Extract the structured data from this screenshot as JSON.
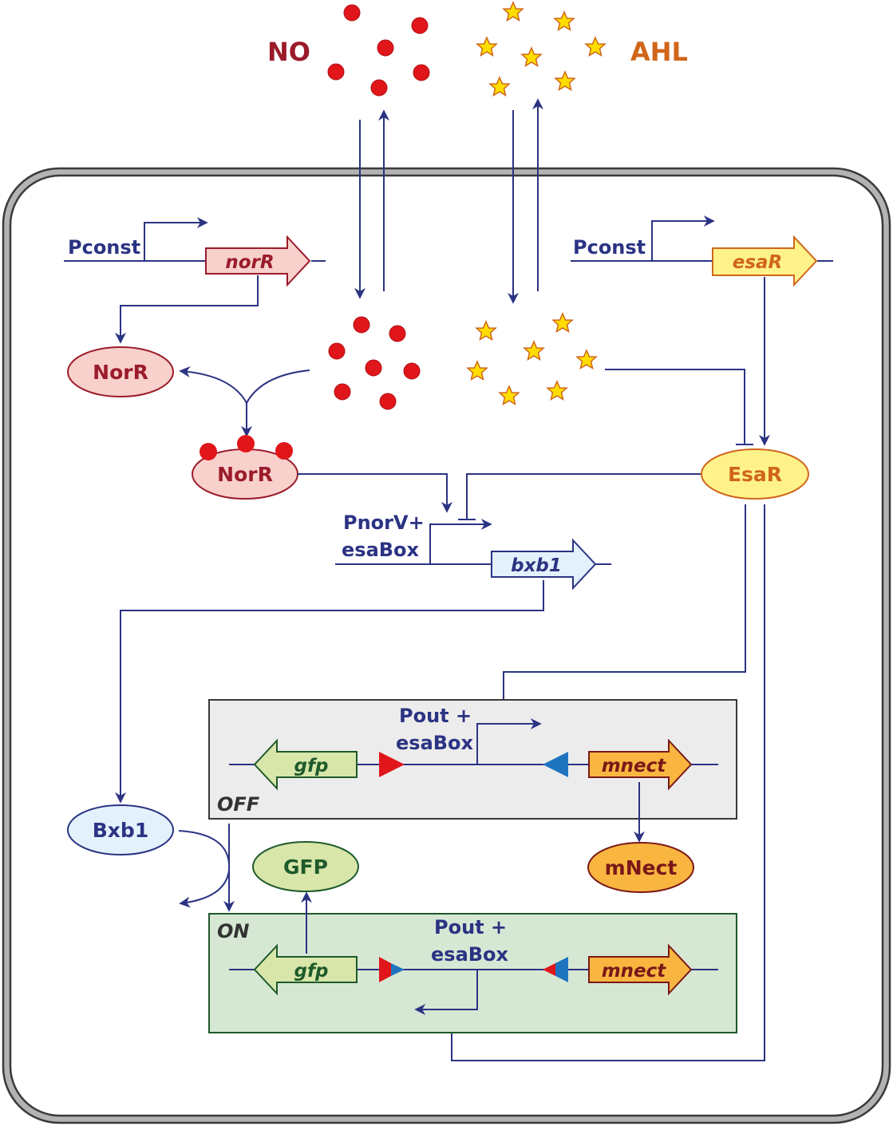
{
  "signals": {
    "no_label": "NO",
    "ahl_label": "AHL"
  },
  "norR_cassette": {
    "promoter": "Pconst",
    "gene": "norR",
    "protein": "NorR",
    "bound_protein": "NorR"
  },
  "esaR_cassette": {
    "promoter": "Pconst",
    "gene": "esaR",
    "protein": "EsaR"
  },
  "bxb1_cassette": {
    "promoter_line1": "PnorV+",
    "promoter_line2": "esaBox",
    "gene": "bxb1",
    "protein": "Bxb1"
  },
  "off_state": {
    "state_label": "OFF",
    "promoter_line1": "Pout +",
    "promoter_line2": "esaBox",
    "gene_left": "gfp",
    "gene_right": "mnect",
    "product": "mNect"
  },
  "on_state": {
    "state_label": "ON",
    "promoter_line1": "Pout +",
    "promoter_line2": "esaBox",
    "gene_left": "gfp",
    "gene_right": "mnect",
    "product": "GFP"
  },
  "colors": {
    "wire": "#2b3383",
    "no_dot": "#e0161b",
    "no_text": "#9b1b2a",
    "ahl_star": "#ffdd00",
    "ahl_text": "#d0661a",
    "norR_fill": "#f8d0cc",
    "esaR_fill": "#fff28a",
    "bxb1_fill": "#e3f1fc",
    "gfp_fill": "#d8e6aa",
    "mnect_fill": "#f8b640",
    "off_box": "#ececec",
    "on_box": "#d6e8d4"
  }
}
